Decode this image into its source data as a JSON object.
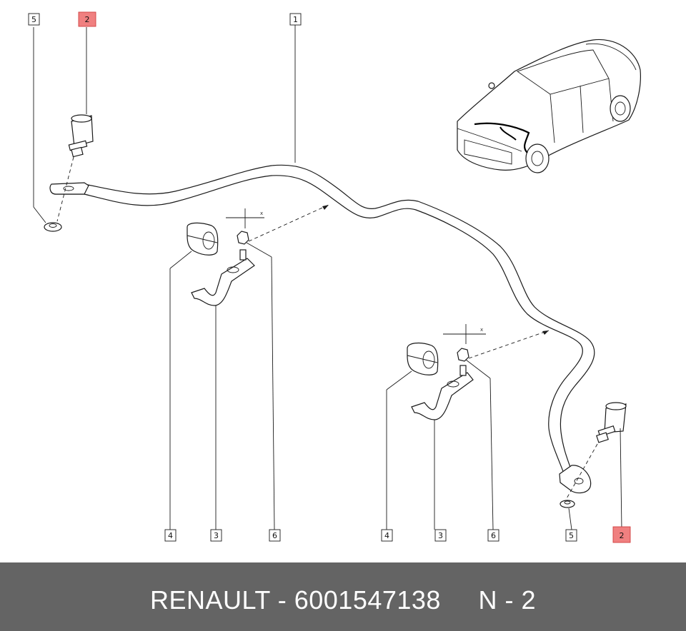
{
  "diagram": {
    "callouts": {
      "c1": "1",
      "c2_top": "2",
      "c5_top": "5",
      "c4_left": "4",
      "c3_left": "3",
      "c6_left": "6",
      "c4_right": "4",
      "c3_right": "3",
      "c6_right": "6",
      "c5_bottom": "5",
      "c2_bottom": "2"
    },
    "highlight_color": "#f08080",
    "axis_marks": {
      "x_left": "x",
      "x_right": "x"
    }
  },
  "footer": {
    "text": "RENAULT - 6001547138     N - 2",
    "background": "#646464"
  }
}
